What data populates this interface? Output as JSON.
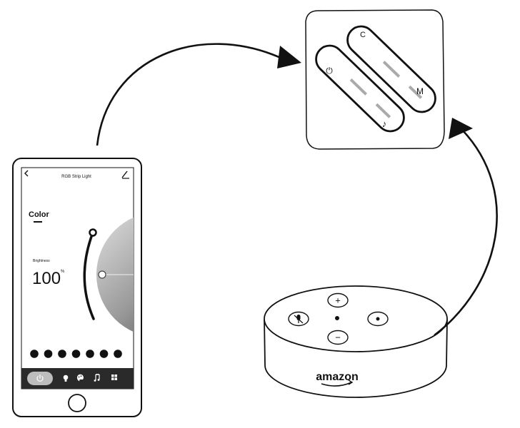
{
  "phone": {
    "title": "RGB Strip Light",
    "mode_label": "Color",
    "brightness_label": "Brightness",
    "brightness_value": "100",
    "brightness_unit": "%",
    "brightness_level": 1.0,
    "preset_dot_count": 7,
    "nav_icons": [
      "power-icon",
      "bulb-icon",
      "palette-icon",
      "music-icon",
      "grid-icon"
    ]
  },
  "remote": {
    "buttons": [
      {
        "icon": "power-icon",
        "glyph": "⏻"
      },
      {
        "icon": "color-cycle-icon",
        "glyph": "C"
      },
      {
        "icon": "mode-icon",
        "glyph": "M"
      },
      {
        "icon": "music-icon",
        "glyph": "♪"
      }
    ]
  },
  "echo": {
    "brand": "amazon",
    "buttons": [
      {
        "icon": "plus-icon",
        "glyph": "+"
      },
      {
        "icon": "minus-icon",
        "glyph": "−"
      },
      {
        "icon": "mic-off-icon",
        "glyph": "🎤"
      },
      {
        "icon": "action-icon",
        "glyph": "•"
      }
    ]
  },
  "colors": {
    "line": "#111111",
    "gray_fill": "#bdbdbd",
    "nav_bg": "#2a2a2a"
  }
}
